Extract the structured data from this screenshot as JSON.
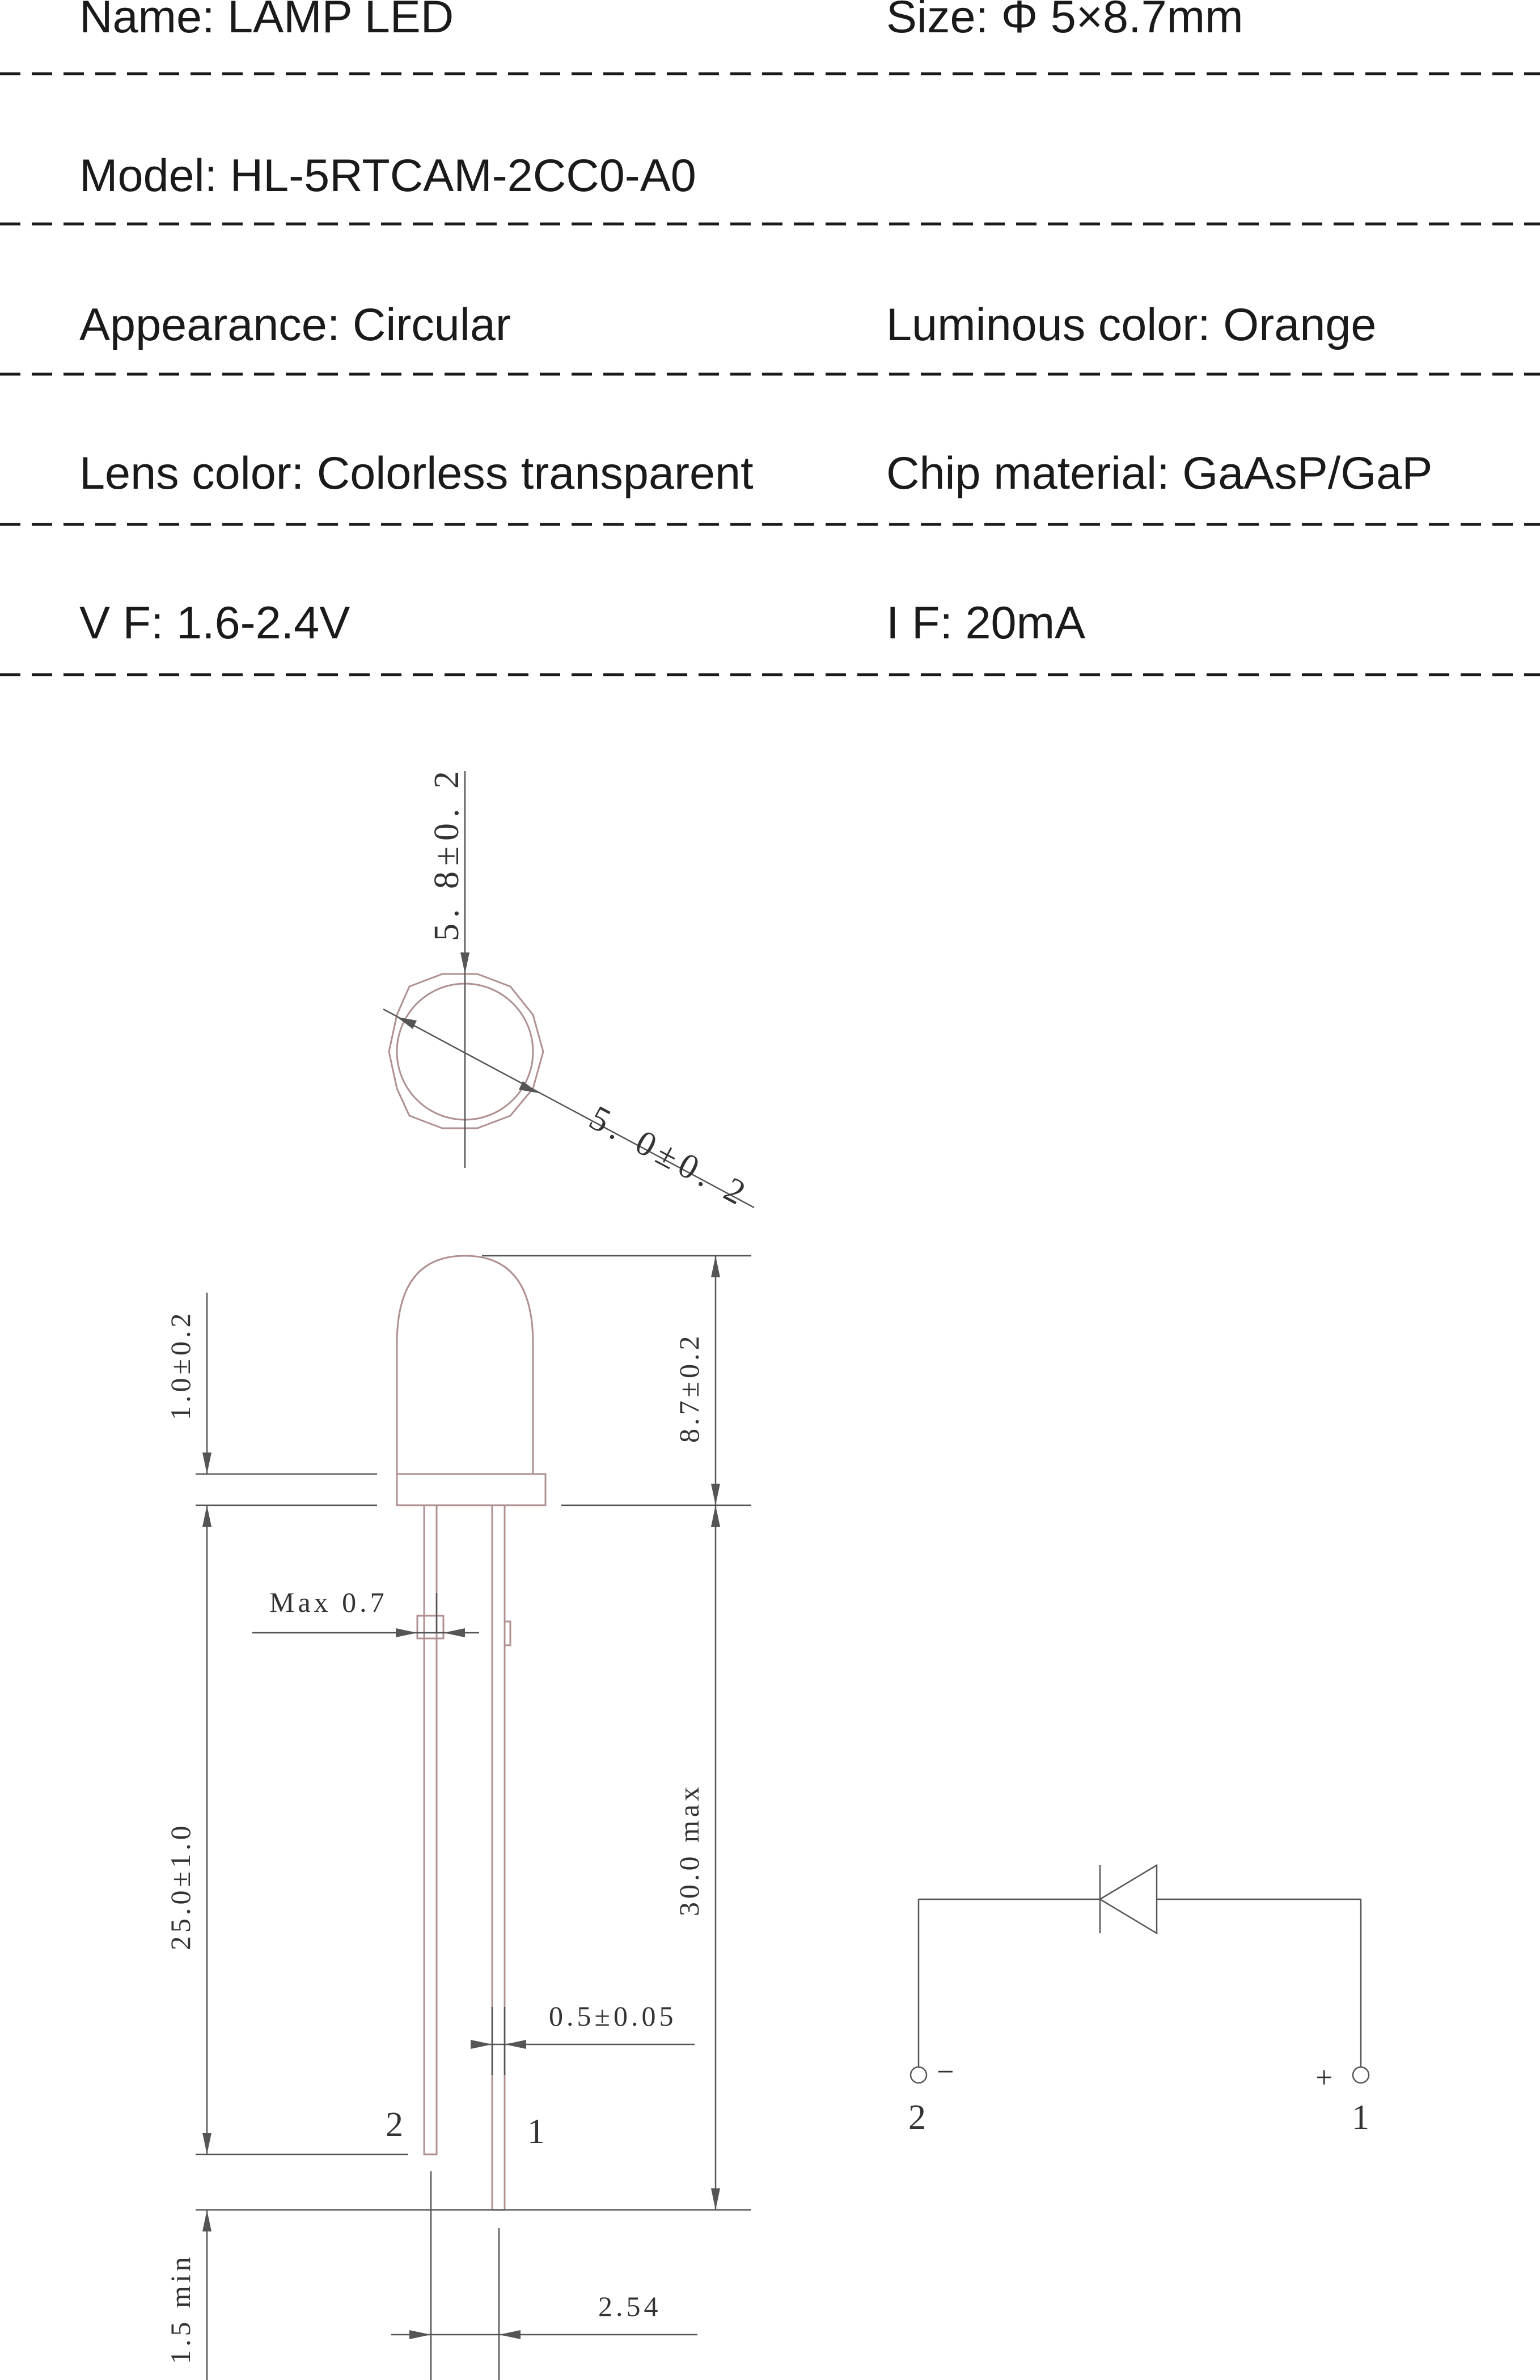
{
  "specs": {
    "name": "Name: LAMP LED",
    "size": "Size: Φ 5×8.7mm",
    "model": "Model: HL-5RTCAM-2CC0-A0",
    "appearance": "Appearance: Circular",
    "luminous_color": "Luminous color: Orange",
    "lens_color": "Lens color: Colorless transparent",
    "chip_material": "Chip material: GaAsP/GaP",
    "vf": "V F: 1.6-2.4V",
    "if": "I F: 20mA"
  },
  "top_view": {
    "flange_dim": "5. 8±0. 2",
    "diameter_dim": "5. 0±0. 2"
  },
  "side_view": {
    "flange_height": "1.0±0.2",
    "body_height": "8.7±0.2",
    "lead_max": "Max 0.7",
    "lead_length": "25.0±1.0",
    "total_length": "30.0 max",
    "lead_width": "0.5±0.05",
    "offset_min": "1.5 min",
    "pitch": "2.54",
    "pin_cathode": "2",
    "pin_anode": "1"
  },
  "schematic": {
    "minus": "−",
    "plus": "+",
    "pin_left": "2",
    "pin_right": "1"
  },
  "colors": {
    "text": "#1a1a1a",
    "led_outline": "#b09090",
    "dimension": "#555555"
  }
}
